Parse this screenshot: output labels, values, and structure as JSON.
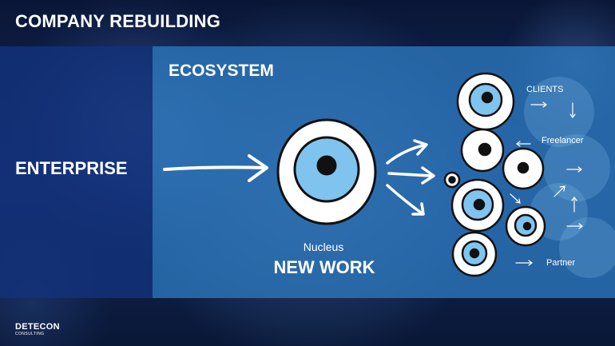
{
  "slide": {
    "title": "COMPANY REBUILDING",
    "enterprise_label": "ENTERPRISE",
    "ecosystem_label": "ECOSYSTEM",
    "nucleus_label": "Nucleus",
    "new_work_label": "NEW WORK",
    "clients_label": "CLIENTS",
    "freelancer_label": "Freelancer",
    "partner_label": "Partner"
  },
  "logo": {
    "name": "DETECON",
    "sub": "CONSULTING"
  },
  "colors": {
    "left_band": "#14327d",
    "right_band": "#2d78be",
    "nucleus_blue": "#7fc4ef",
    "outline": "#111111"
  },
  "icons": [
    "big-cell-icon",
    "small-cell-icon",
    "arrow-icon"
  ]
}
